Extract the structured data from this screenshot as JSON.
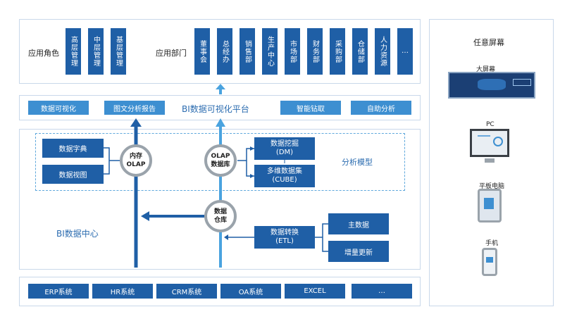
{
  "roles": {
    "label": "应用角色",
    "items": [
      "高层管理",
      "中层管理",
      "基层管理"
    ]
  },
  "departments": {
    "label": "应用部门",
    "items": [
      "董事会",
      "总经办",
      "销售部",
      "生产中心",
      "市场部",
      "财务部",
      "采购部",
      "仓储部",
      "人力资源",
      "…"
    ]
  },
  "platform": {
    "title": "BI数据可视化平台",
    "buttons": [
      "数据可视化",
      "图文分析报告",
      "智能钻取",
      "自助分析"
    ]
  },
  "center": {
    "title": "BI数据中心",
    "analysis_model": "分析模型",
    "dict": "数据字典",
    "view": "数据视图",
    "mem_olap": [
      "内存",
      "OLAP"
    ],
    "olap_db": [
      "OLAP",
      "数据库"
    ],
    "mining": [
      "数据挖掘",
      "(DM)"
    ],
    "cube": [
      "多维数据集",
      "(CUBE)"
    ],
    "warehouse": [
      "数据",
      "仓库"
    ],
    "etl": [
      "数据转换",
      "(ETL)"
    ],
    "master": "主数据",
    "incremental": "增量更新"
  },
  "sources": [
    "ERP系统",
    "HR系统",
    "CRM系统",
    "OA系统",
    "EXCEL",
    "…"
  ],
  "screens": {
    "title": "任意屏幕",
    "big": "大屏幕",
    "pc": "PC",
    "tablet": "平板电脑",
    "phone": "手机"
  }
}
